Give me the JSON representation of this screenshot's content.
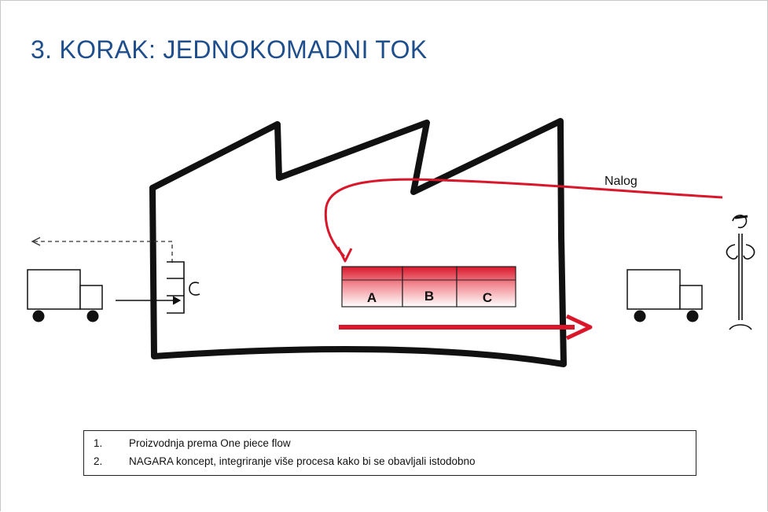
{
  "title": "3. KORAK: JEDNOKOMADNI TOK",
  "diagram": {
    "order_label": "Nalog",
    "stations": [
      "A",
      "B",
      "C"
    ],
    "colors": {
      "accent": "#d9162a",
      "ink": "#111111",
      "title": "#1f4e8c"
    },
    "icons": [
      "supplier-truck-icon",
      "supermarket-icon",
      "customer-truck-icon",
      "customer-person-icon"
    ]
  },
  "notes": [
    {
      "num": "1.",
      "text": "Proizvodnja prema One piece flow"
    },
    {
      "num": "2.",
      "text": "NAGARA koncept, integriranje više procesa kako bi se obavljali istodobno"
    }
  ]
}
